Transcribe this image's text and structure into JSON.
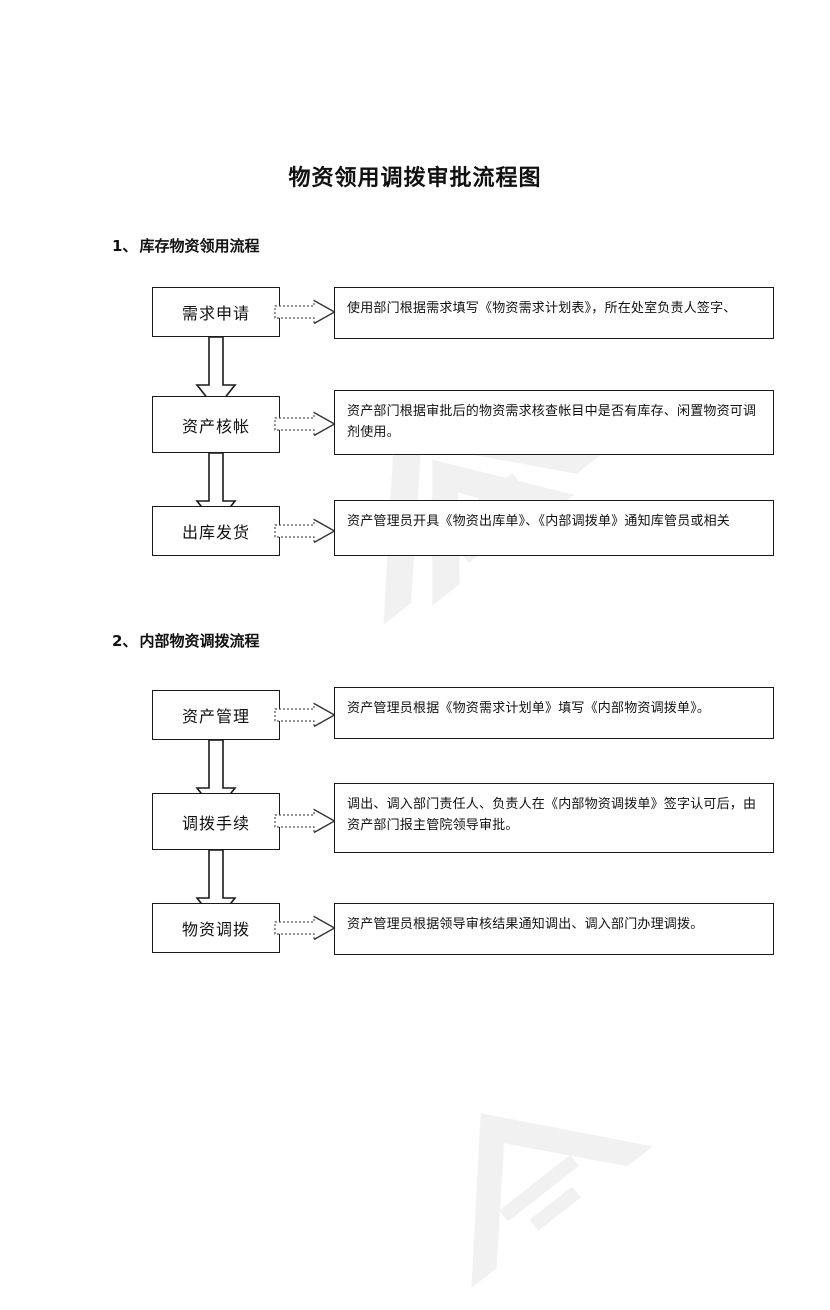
{
  "document": {
    "title": "物资领用调拨审批流程图"
  },
  "sections": [
    {
      "number": "1、",
      "heading": "库存物资领用流程",
      "steps": [
        {
          "node": "需求申请",
          "description": "使用部门根据需求填写《物资需求计划表》，所在处室负责人签字、"
        },
        {
          "node": "资产核帐",
          "description": "资产部门根据审批后的物资需求核查帐目中是否有库存、闲置物资可调剂使用。"
        },
        {
          "node": "出库发货",
          "description": "资产管理员开具《物资出库单》、《内部调拨单》通知库管员或相关"
        }
      ]
    },
    {
      "number": "2、",
      "heading": "内部物资调拨流程",
      "steps": [
        {
          "node": "资产管理",
          "description": "资产管理员根据《物资需求计划单》填写《内部物资调拨单》。"
        },
        {
          "node": "调拨手续",
          "description": "调出、调入部门责任人、负责人在《内部物资调拨单》签字认可后，由资产部门报主管院领导审批。"
        },
        {
          "node": "物资调拨",
          "description": "资产管理员根据领导审核结果通知调出、调入部门办理调拨。"
        }
      ]
    }
  ],
  "colors": {
    "ink": "#111111",
    "border": "#1a1a1a",
    "page_background": "#ffffff",
    "watermark": "#f1f1f1"
  }
}
